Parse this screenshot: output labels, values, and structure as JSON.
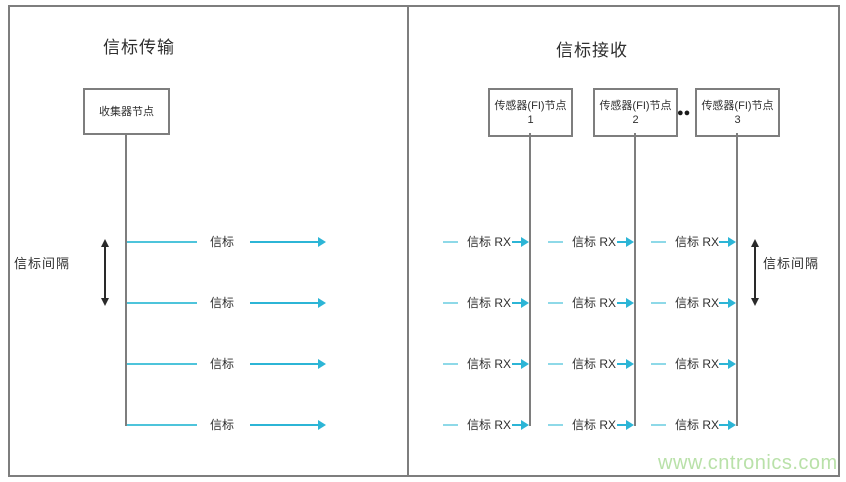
{
  "colors": {
    "accent_cyan": "#2cb5d6",
    "light_cyan": "#8ed9e8",
    "line_gray": "#7e7e7e",
    "text": "#2f2f2f",
    "watermark_green": "#b9e1a9"
  },
  "left_panel": {
    "title": "信标传输",
    "collector_node": "收集器节点",
    "interval_label": "信标间隔",
    "rows": [
      "信标",
      "信标",
      "信标",
      "信标"
    ]
  },
  "right_panel": {
    "title": "信标接收",
    "node_label_line1": "传感器(FI)节点",
    "nodes": [
      {
        "number": "1"
      },
      {
        "number": "2"
      },
      {
        "number": "3"
      }
    ],
    "ellipsis_dots": "●●",
    "rx_label": "信标 RX",
    "interval_label": "信标间隔"
  },
  "watermark": "www.cntronics.com"
}
